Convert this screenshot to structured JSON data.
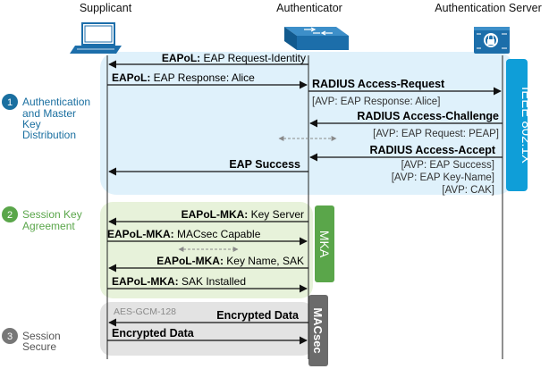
{
  "actors": {
    "supplicant": "Supplicant",
    "authenticator": "Authenticator",
    "server": "Authentication Server"
  },
  "phases": [
    {
      "number": "1",
      "color": "#1a6fa0",
      "lines": [
        "Authentication",
        "and Master",
        "Key",
        "Distribution"
      ]
    },
    {
      "number": "2",
      "color": "#5aa64a",
      "lines": [
        "Session Key",
        "Agreement"
      ]
    },
    {
      "number": "3",
      "color": "#777777",
      "lines": [
        "Session",
        "Secure"
      ]
    }
  ],
  "side_labels": {
    "ieee": "IEEE 802.1X",
    "mka": "MKA",
    "macsec": "MACsec"
  },
  "messages": {
    "m1_bold": "EAPoL:",
    "m1_text": " EAP Request-Identity",
    "m2_bold": "EAPoL:",
    "m2_text": " EAP Response: Alice",
    "m3_bold": "RADIUS Access-Request",
    "m4_text": "[AVP: EAP Response: Alice]",
    "m5_bold": "RADIUS Access-Challenge",
    "m6_text": "[AVP: EAP Request: PEAP]",
    "m7_bold": "RADIUS Access-Accept",
    "m8_text": "[AVP: EAP Success]",
    "m9_text": "[AVP: EAP Key-Name]",
    "m10_text": "[AVP: CAK]",
    "m11_bold": "EAP Success",
    "k1_bold": "EAPoL-MKA:",
    "k1_text": " Key Server",
    "k2_bold": "EAPoL-MKA:",
    "k2_text": " MACsec Capable",
    "k3_bold": "EAPoL-MKA:",
    "k3_text": " Key Name, SAK",
    "k4_bold": "EAPoL-MKA:",
    "k4_text": " SAK Installed",
    "s0_text": "AES-GCM-128",
    "s1_bold": "Encrypted Data",
    "s2_bold": "Encrypted Data"
  },
  "colors": {
    "ieee_bg": "#dff1fb",
    "ieee_bar": "#0f9ed8",
    "mka_bg": "#e7f2da",
    "mka_bar": "#5aa64a",
    "macsec_bg": "#e3e3e3",
    "macsec_bar": "#6b6b6b",
    "device_blue": "#1c6eaa"
  },
  "icons": [
    "laptop-icon",
    "switch-icon",
    "server-icon"
  ]
}
